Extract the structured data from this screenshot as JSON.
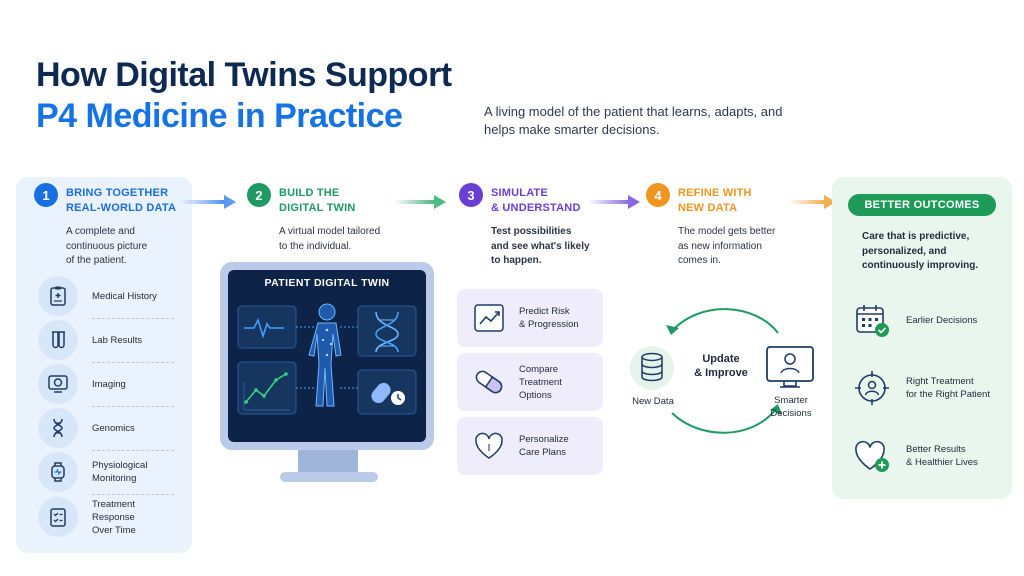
{
  "header": {
    "title_line1": "How Digital Twins Support",
    "title_line2": "P4 Medicine in Practice",
    "subtitle": "A living model of the patient that learns, adapts, and helps make smarter decisions."
  },
  "steps": [
    {
      "number": "1",
      "title": "BRING TOGETHER\nREAL-WORLD DATA",
      "desc": "A complete and\ncontinuous picture\nof the patient.",
      "color": "#1a6fe0"
    },
    {
      "number": "2",
      "title": "BUILD THE\nDIGITAL TWIN",
      "desc": "A virtual model tailored\nto the individual.",
      "color": "#1e9a62"
    },
    {
      "number": "3",
      "title": "SIMULATE\n& UNDERSTAND",
      "desc": "Test possibilities\nand see what's likely\nto happen.",
      "color": "#6a3fd6"
    },
    {
      "number": "4",
      "title": "REFINE WITH\nNEW DATA",
      "desc": "The model gets better\nas new information\ncomes in.",
      "color": "#f0951f"
    }
  ],
  "data_sources": [
    {
      "label": "Medical History",
      "icon": "clipboard-icon"
    },
    {
      "label": "Lab Results",
      "icon": "test-tubes-icon"
    },
    {
      "label": "Imaging",
      "icon": "scanner-icon"
    },
    {
      "label": "Genomics",
      "icon": "dna-icon"
    },
    {
      "label": "Physiological\nMonitoring",
      "icon": "smartwatch-icon"
    },
    {
      "label": "Treatment Response\nOver Time",
      "icon": "checklist-icon"
    }
  ],
  "twin": {
    "screen_title": "PATIENT DIGITAL TWIN"
  },
  "simulate_cards": [
    {
      "label": "Predict Risk\n& Progression",
      "icon": "trend-chart-icon"
    },
    {
      "label": "Compare Treatment\nOptions",
      "icon": "pill-capsule-icon"
    },
    {
      "label": "Personalize\nCare Plans",
      "icon": "heart-pulse-icon"
    }
  ],
  "refine": {
    "center_label": "Update\n& Improve",
    "left_label": "New Data",
    "right_label": "Smarter\nDecisions"
  },
  "outcomes": {
    "pill": "BETTER OUTCOMES",
    "desc": "Care that is predictive,\npersonalized, and\ncontinuously improving.",
    "items": [
      {
        "label": "Earlier Decisions",
        "icon": "calendar-check-icon"
      },
      {
        "label": "Right Treatment\nfor the Right Patient",
        "icon": "target-person-icon"
      },
      {
        "label": "Better Results\n& Healthier Lives",
        "icon": "heart-plus-icon"
      }
    ]
  },
  "colors": {
    "blue": "#1a6fe0",
    "green": "#1e9a62",
    "purple": "#6a3fd6",
    "orange": "#f0951f",
    "navy": "#0f2a52"
  }
}
